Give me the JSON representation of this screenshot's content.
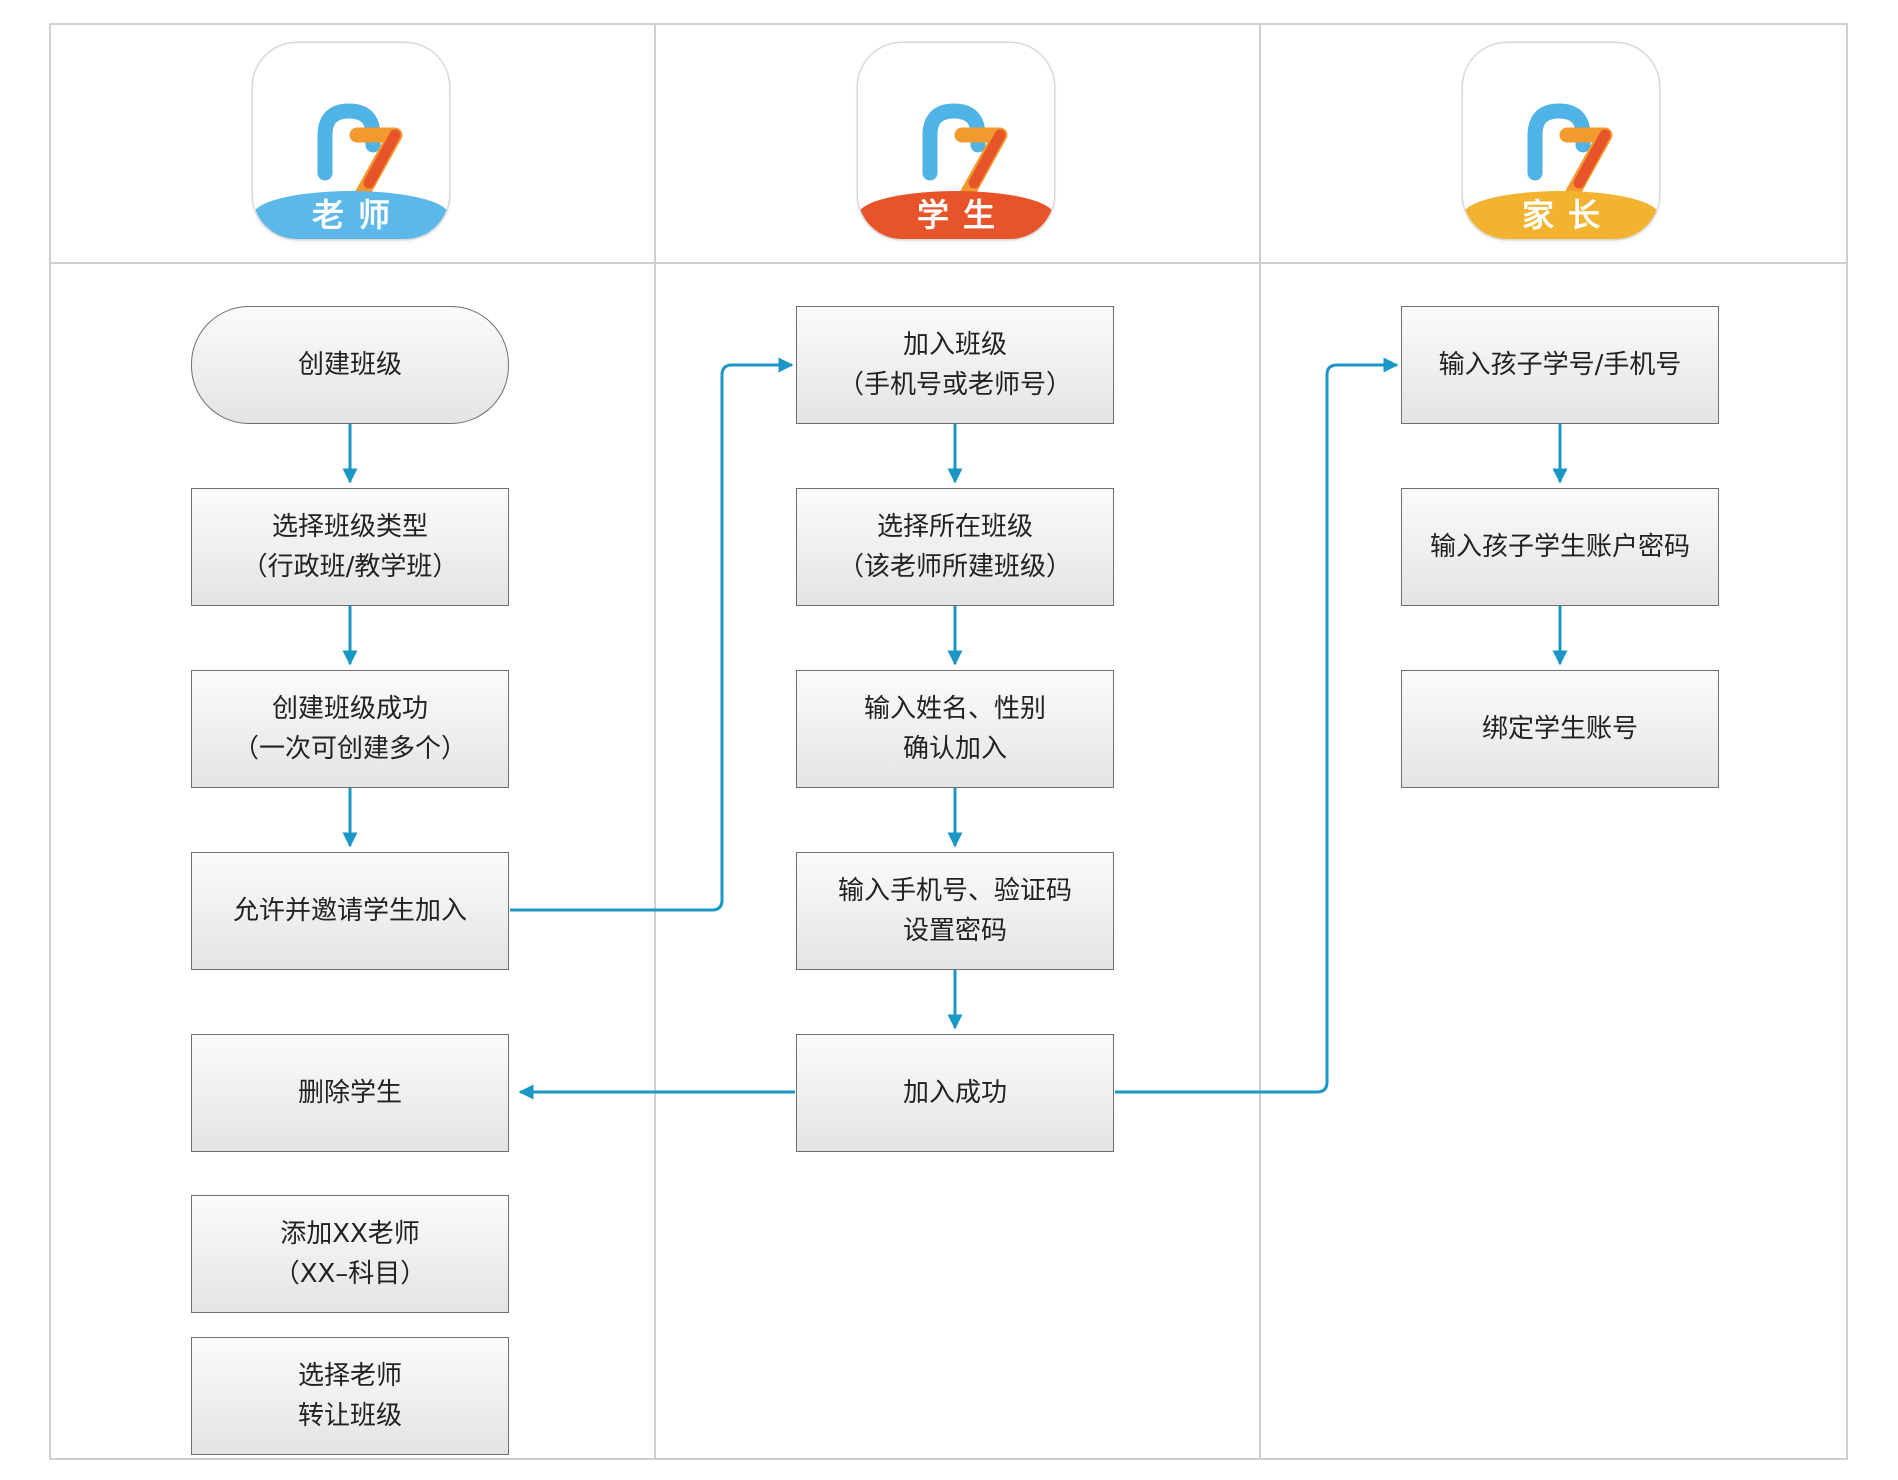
{
  "colors": {
    "arrow": "#1b97c6",
    "teacher": "#5bb8e8",
    "student": "#e8542a",
    "parent": "#f2b430"
  },
  "columns": [
    {
      "id": "teacher",
      "app_label": "老师"
    },
    {
      "id": "student",
      "app_label": "学生"
    },
    {
      "id": "parent",
      "app_label": "家长"
    }
  ],
  "teacher_steps": [
    "创建班级",
    "选择班级类型\n（行政班/教学班）",
    "创建班级成功\n（一次可创建多个）",
    "允许并邀请学生加入",
    "删除学生",
    "添加XX老师\n（XX–科目）",
    "选择老师\n转让班级"
  ],
  "student_steps": [
    "加入班级\n（手机号或老师号）",
    "选择所在班级\n（该老师所建班级）",
    "输入姓名、性别\n确认加入",
    "输入手机号、验证码\n设置密码",
    "加入成功"
  ],
  "parent_steps": [
    "输入孩子学号/手机号",
    "输入孩子学生账户密码",
    "绑定学生账号"
  ]
}
